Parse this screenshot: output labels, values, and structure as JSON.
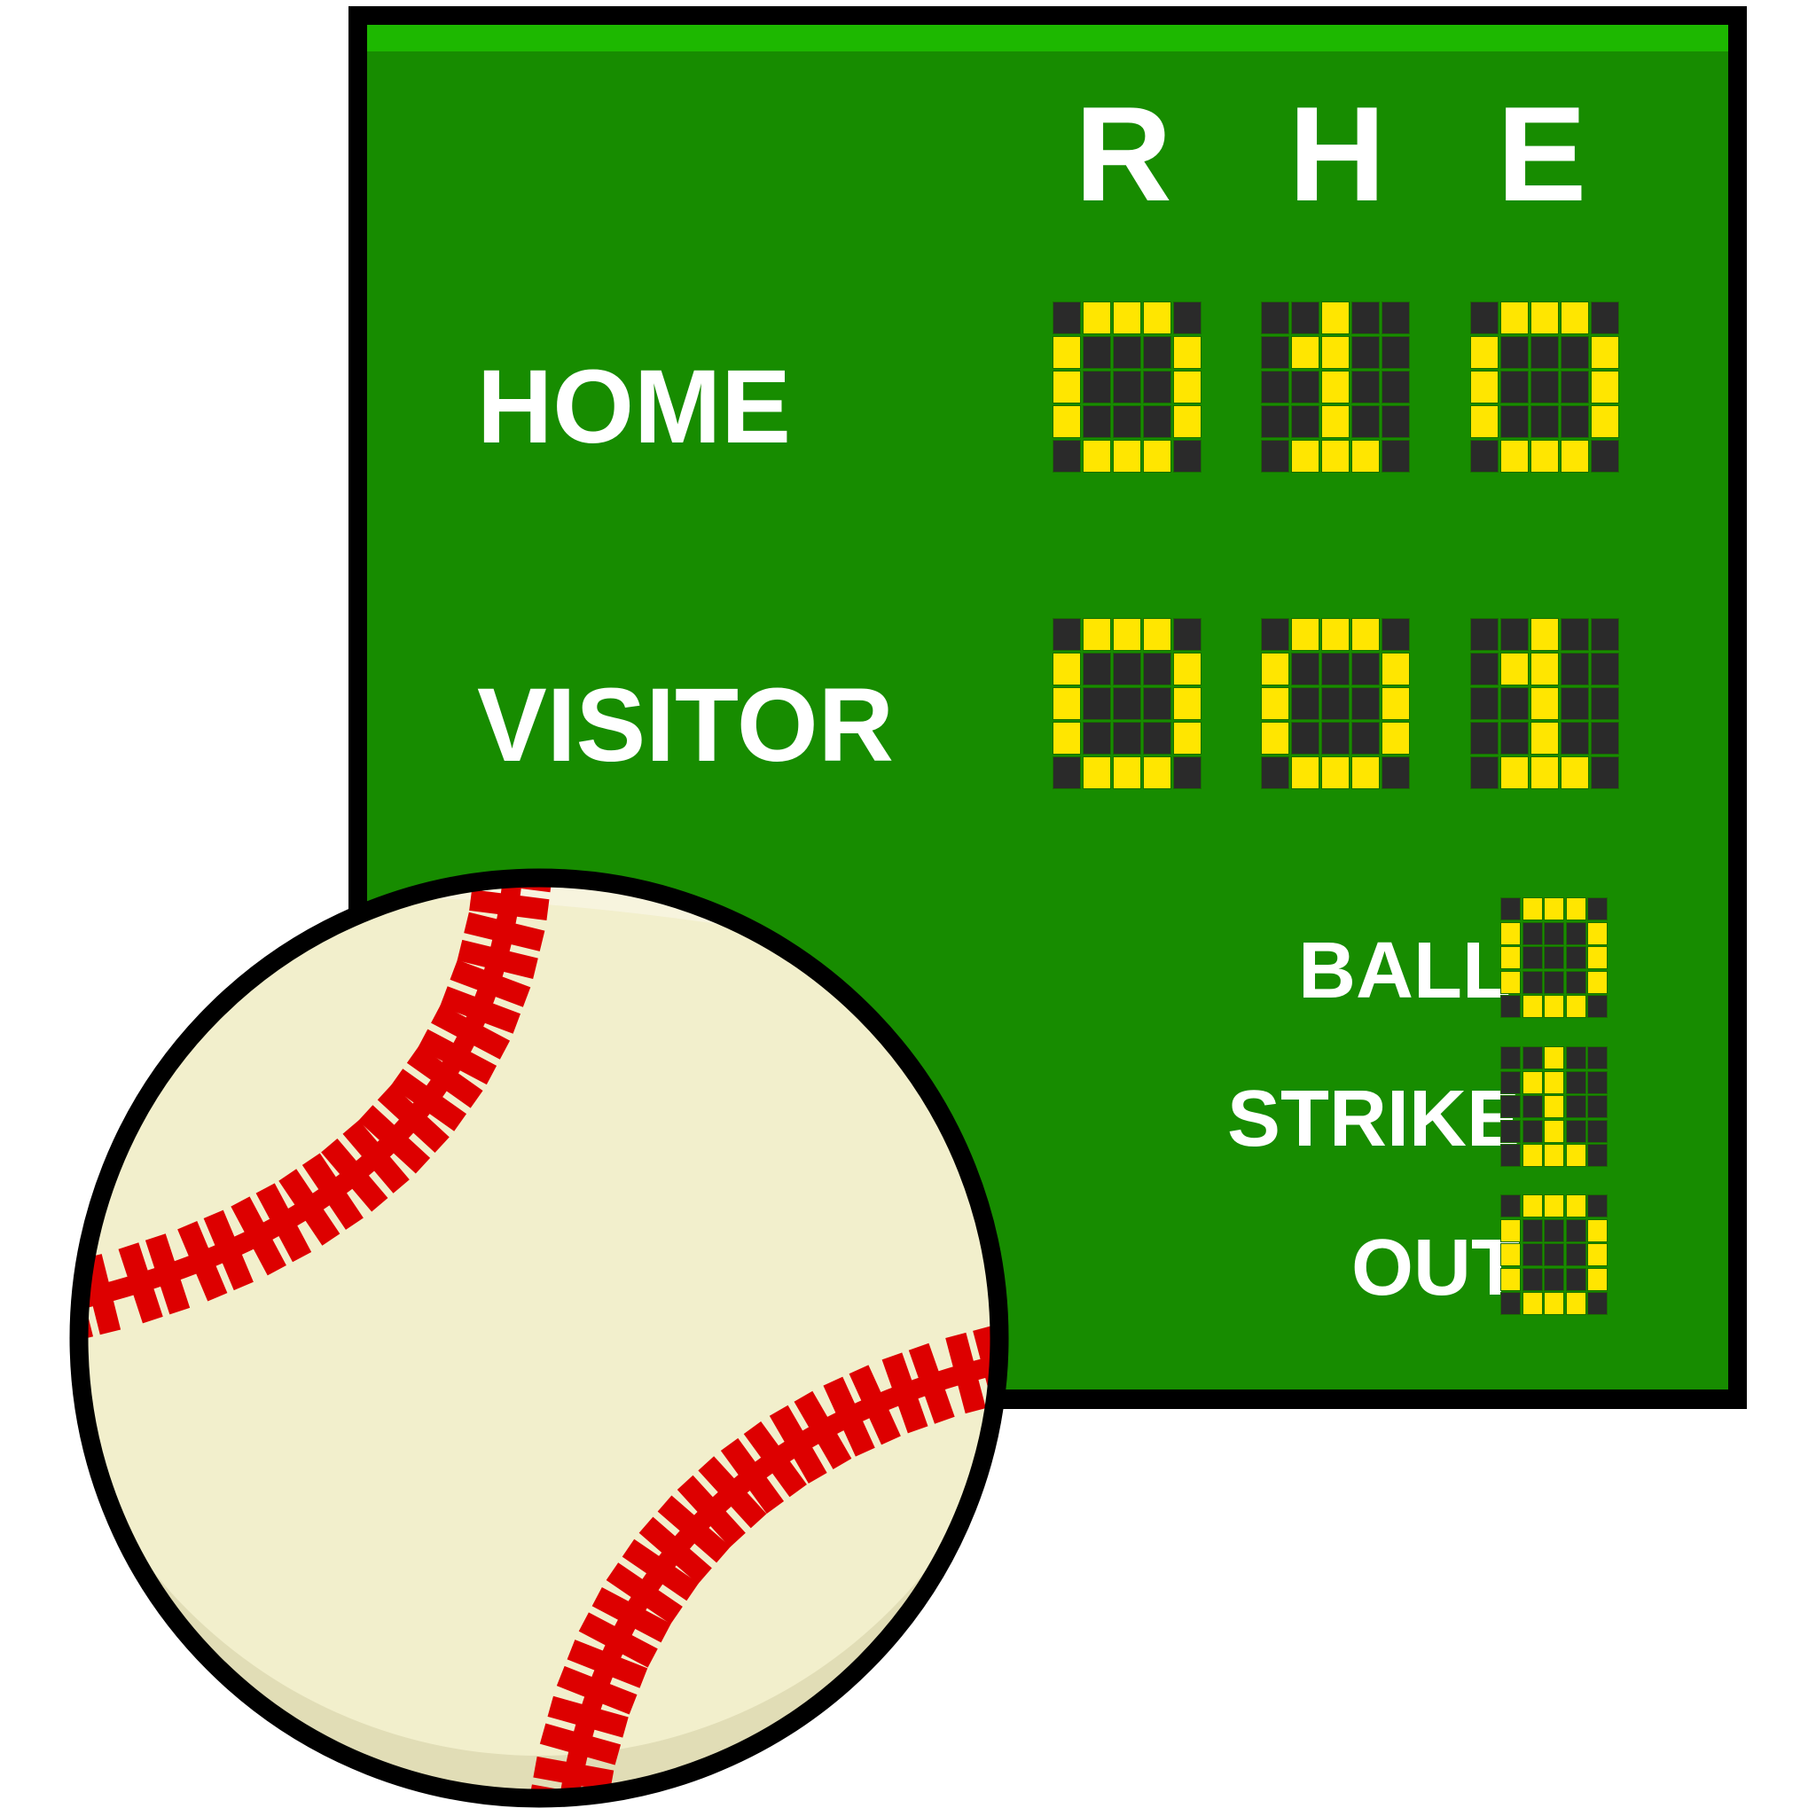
{
  "colors": {
    "board_green": "#178c00",
    "board_strip": "#1db800",
    "lamp_on": "#ffe600",
    "lamp_off": "#2a2a2a",
    "ball_fill": "#f2efcc",
    "ball_shadow": "#e1ddb6",
    "stitch_red": "#dd0000"
  },
  "scoreboard": {
    "headers": [
      "R",
      "H",
      "E"
    ],
    "teams": [
      {
        "label": "HOME",
        "runs": 0,
        "hits": 1,
        "errors": 0
      },
      {
        "label": "VISITOR",
        "runs": 0,
        "hits": 0,
        "errors": 1
      }
    ],
    "count": [
      {
        "label": "BALL",
        "value": 0
      },
      {
        "label": "STRIKE",
        "value": 1
      },
      {
        "label": "OUT",
        "value": 0
      }
    ]
  },
  "digit_patterns": {
    "0": [
      "01110",
      "10001",
      "10001",
      "10001",
      "01110"
    ],
    "1": [
      "00100",
      "01100",
      "00100",
      "00100",
      "01110"
    ]
  },
  "icons": {
    "baseball": "baseball-icon"
  }
}
